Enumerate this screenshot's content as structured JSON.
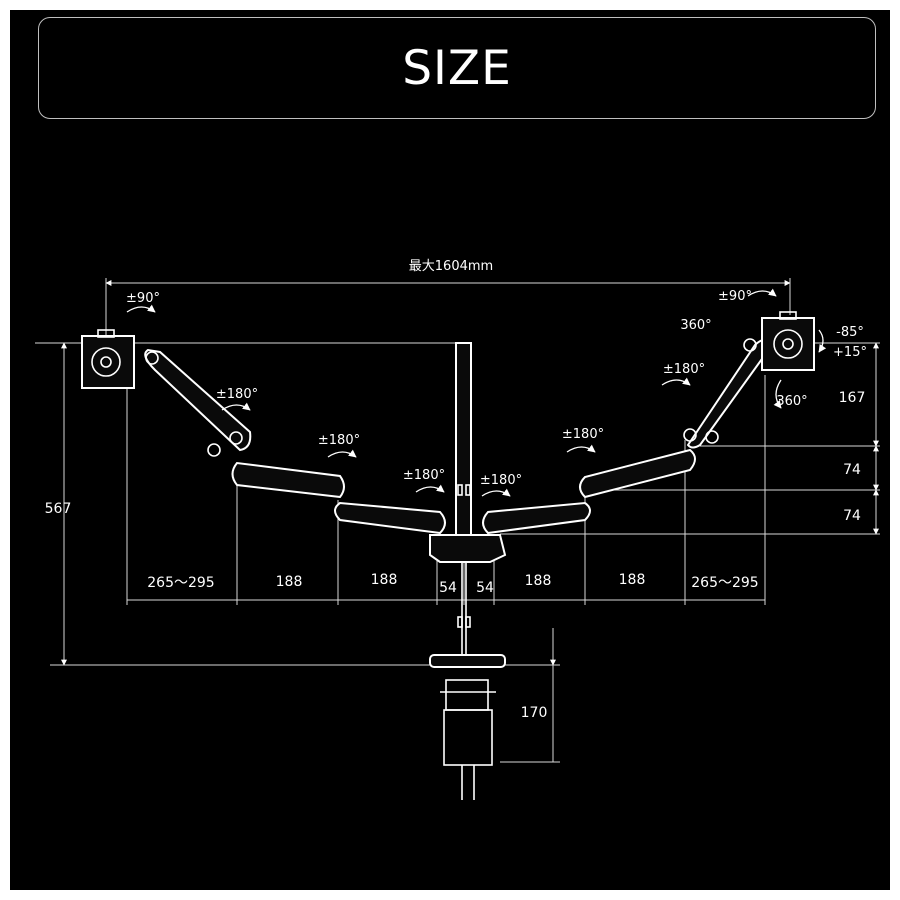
{
  "title": "SIZE",
  "dimensions": {
    "max_width": "最大1604mm",
    "height_total": "567",
    "reach_left": "265～295",
    "reach_right": "265～295",
    "arm_seg_left_1": "188",
    "arm_seg_left_2": "188",
    "arm_seg_right_1": "188",
    "arm_seg_right_2": "188",
    "offset_left": "54",
    "offset_right": "54",
    "height_right": "167",
    "step_1": "74",
    "step_2": "74",
    "clamp_height": "170"
  },
  "rotations": {
    "tilt_left": "±90°",
    "tilt_right": "±90°",
    "swivel_label": "360°",
    "swivel_label_2": "360°",
    "tilt_up": "-85°",
    "tilt_down": "+15°",
    "joint_1": "±180°",
    "joint_2": "±180°",
    "joint_3": "±180°",
    "joint_4": "±180°",
    "joint_5": "±180°",
    "joint_6": "±180°"
  },
  "colors": {
    "background": "#000000",
    "line": "#ffffff"
  }
}
